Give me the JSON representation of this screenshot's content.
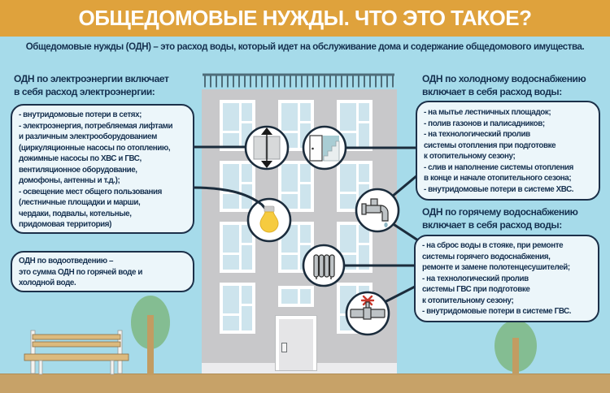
{
  "header": {
    "title": "ОБЩЕДОМОВЫЕ НУЖДЫ. ЧТО ЭТО ТАКОЕ?"
  },
  "intro": "Общедомовые нужды (ОДН) – это расход воды, который идет на обслуживание дома и содержание общедомового имущества.",
  "callouts": {
    "electricity": {
      "heading": "ОДН по электроэнергии включает\nв себя расход электроэнергии:",
      "body": "- внутридомовые потери в сетях;\n- электроэнергия, потребляемая лифтами\nи различным электрооборудованием\n(циркуляционные насосы по отоплению,\nдожимные насосы по ХВС и ГВС,\nвентиляционное оборудование,\nдомофоны, антенны и т.д.);\n- освещение мест общего пользования\n(лестничные площадки и марши,\nчердаки, подвалы, котельные,\nпридомовая территория)"
    },
    "sewage": {
      "body": "ОДН по водоотведению –\nэто сумма ОДН по горячей воде и\nхолодной воде."
    },
    "cold_water": {
      "heading": "ОДН по холодному водоснабжению\nвключает в себя расход воды:",
      "body": "- на мытье лестничных площадок;\n- полив газонов и палисадников;\n- на технологический пролив\nсистемы отопления при подготовке\nк отопительному сезону;\n- слив и наполнение системы отопления\nв конце и начале отопительного сезона;\n- внутридомовые потери в системе ХВС."
    },
    "hot_water": {
      "heading": "ОДН по горячему водоснабжению\nвключает в себя расход воды:",
      "body": "- на сброс воды в стояке, при ремонте\nсистемы горячего водоснабжения,\nремонте и замене полотенцесушителей;\n- на технологический пролив\nсистемы ГВС при подготовке\nк отопительному сезону;\n- внутридомовые потери в системе ГВС."
    }
  },
  "icons": [
    "elevator-icon",
    "stairs-icon",
    "lightbulb-icon",
    "faucet-icon",
    "radiator-icon",
    "pipe-valve-icon"
  ],
  "palette": {
    "c-header": "#DFA23C",
    "c-bg": "#A6DBEA",
    "c-box": "#ECF6FA",
    "c-border": "#1C3049",
    "c-text": "#15304F",
    "c-line": "#1B2C3C",
    "c-wall": "#C8C8CA",
    "c-pane": "#CDE4ED",
    "c-parapet": "#4E6C79",
    "c-ground": "#C7A268",
    "c-green": "#84BD92",
    "c-trunk": "#C29C62",
    "c-wood": "#DCBA7E",
    "c-bulb": "#F6CB3F",
    "c-metal": "#BEC3C6",
    "c-valve": "#C9372B"
  }
}
